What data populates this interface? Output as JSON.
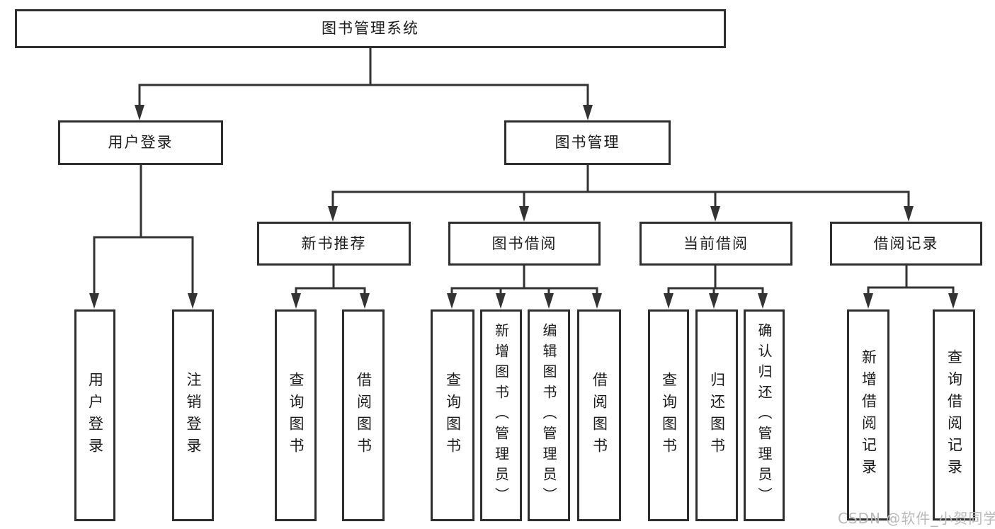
{
  "diagram": {
    "root": {
      "label": "图书管理系统"
    },
    "level2": [
      {
        "label": "用户登录"
      },
      {
        "label": "图书管理"
      }
    ],
    "level3": [
      {
        "label": "新书推荐"
      },
      {
        "label": "图书借阅"
      },
      {
        "label": "当前借阅"
      },
      {
        "label": "借阅记录"
      }
    ],
    "leaves": {
      "user_login": [
        "用户登录",
        "注销登录"
      ],
      "new_book": [
        "查询图书",
        "借阅图书"
      ],
      "book_borrow": [
        "查询图书",
        "新增图书（管理员）",
        "编辑图书（管理员）",
        "借阅图书"
      ],
      "current_borrow": [
        "查询图书",
        "归还图书",
        "确认归还（管理员）"
      ],
      "borrow_record": [
        "新增借阅记录",
        "查询借阅记录"
      ]
    }
  },
  "watermark": "CSDN @软件_小贺同学",
  "colors": {
    "line": "#333333",
    "box_border": "#2e2e2e",
    "text": "#1b1b1b",
    "watermark": "#b9b9b9",
    "background": "#ffffff"
  }
}
